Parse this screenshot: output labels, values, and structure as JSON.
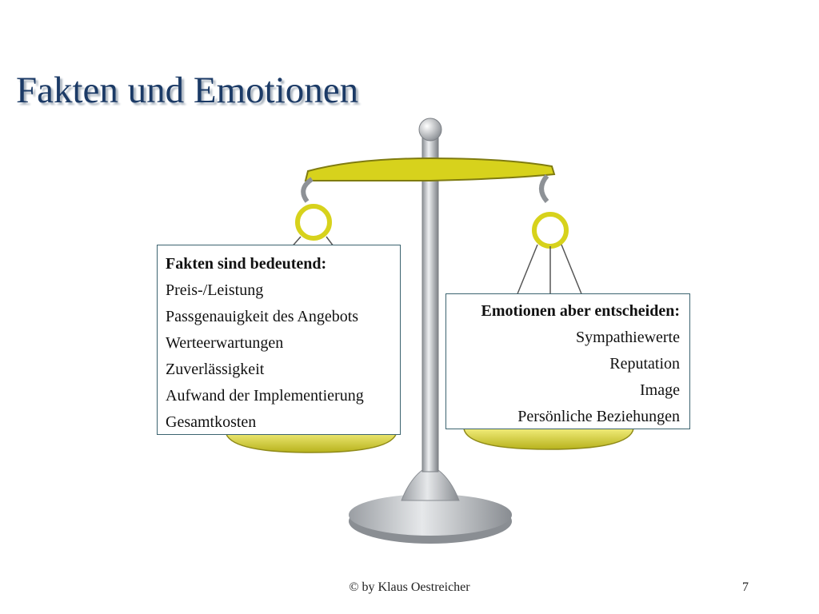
{
  "slide": {
    "title": "Fakten und Emotionen"
  },
  "facts_box": {
    "heading": "Fakten sind bedeutend:",
    "items": [
      "Preis-/Leistung",
      "Passgenauigkeit des Angebots",
      "Werteerwartungen",
      "Zuverlässigkeit",
      "Aufwand der Implementierung",
      "Gesamtkosten"
    ]
  },
  "emotions_box": {
    "heading": "Emotionen aber entscheiden:",
    "items": [
      "Sympathiewerte",
      "Reputation",
      "Image",
      "Persönliche Beziehungen"
    ]
  },
  "footer": {
    "credit": "© by Klaus Oestreicher",
    "page_number": "7"
  },
  "illustration": {
    "icon": "balance-scale-icon",
    "colors": {
      "beam": "#d7d21c",
      "pans": "#d8d24a",
      "pillar": "#b8bcc2"
    }
  }
}
